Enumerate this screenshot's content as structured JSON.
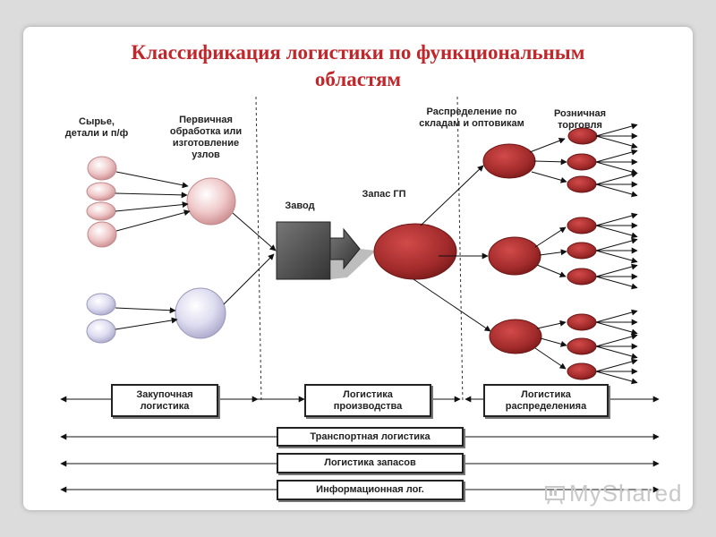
{
  "title": "Классификация логистики по функциональным областям",
  "labels": {
    "raw": "Сырье, детали и п/ф",
    "primary": "Первичная обработка или изготовление узлов",
    "factory": "Завод",
    "stock": "Запас ГП",
    "distribution": "Распределение по складам и оптовикам",
    "retail": "Розничная торговля"
  },
  "boxes": {
    "purchasing": "Закупочная логистика",
    "production": "Логистика производства",
    "distribution": "Логистика распределенияа",
    "transport": "Транспортная логистика",
    "inventory": "Логистика запасов",
    "information": "Информационная лог."
  },
  "watermark": "MyShared",
  "colors": {
    "pink": "#e8b4b6",
    "lavender": "#cfcde6",
    "dark_red": "#a12a2a",
    "factory_gray": "#555555"
  }
}
